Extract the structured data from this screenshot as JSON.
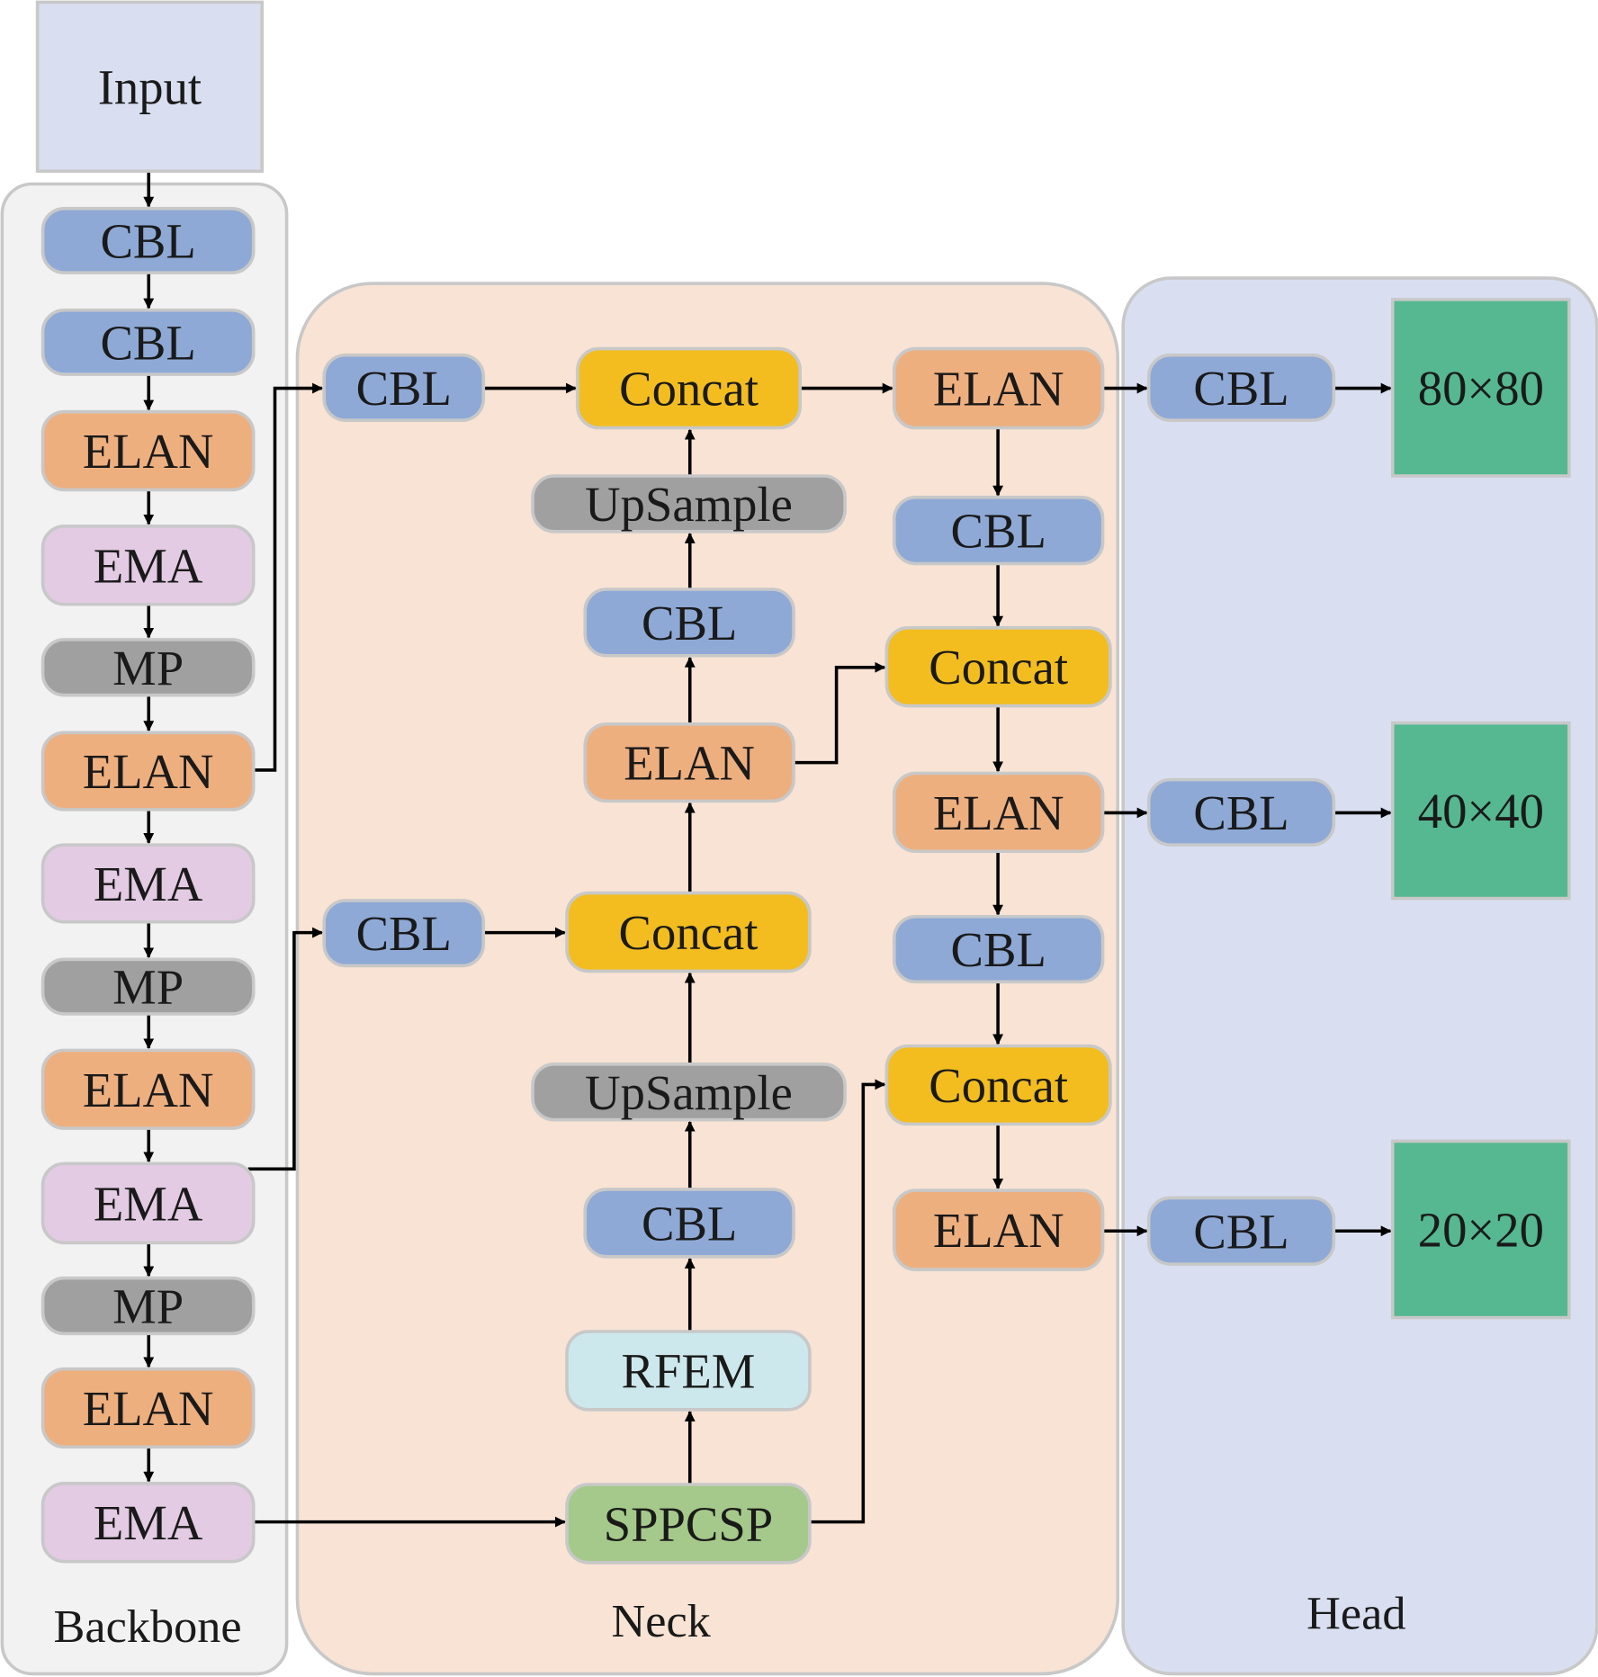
{
  "panels": {
    "backbone": "Backbone",
    "neck": "Neck",
    "head": "Head"
  },
  "colors": {
    "CBL": "#8ea9d6",
    "ELAN": "#eeaf7f",
    "EMA": "#e3cbe3",
    "MP": "#a0a0a0",
    "Concat": "#f3bd1f",
    "UpSample": "#a0a0a0",
    "RFEM": "#cde8ec",
    "SPPCSP": "#a5c98a",
    "Output": "#55b891",
    "Input": "#d9dff0",
    "backbone_bg": "#f2f2f2",
    "neck_bg": "#f8e3d4",
    "head_bg": "#d9dff1"
  },
  "nodes": [
    {
      "label": "Input",
      "kind": "Input"
    },
    {
      "label": "CBL",
      "kind": "CBL"
    },
    {
      "label": "CBL",
      "kind": "CBL"
    },
    {
      "label": "ELAN",
      "kind": "ELAN"
    },
    {
      "label": "EMA",
      "kind": "EMA"
    },
    {
      "label": "MP",
      "kind": "MP"
    },
    {
      "label": "ELAN",
      "kind": "ELAN"
    },
    {
      "label": "EMA",
      "kind": "EMA"
    },
    {
      "label": "MP",
      "kind": "MP"
    },
    {
      "label": "ELAN",
      "kind": "ELAN"
    },
    {
      "label": "EMA",
      "kind": "EMA"
    },
    {
      "label": "MP",
      "kind": "MP"
    },
    {
      "label": "ELAN",
      "kind": "ELAN"
    },
    {
      "label": "EMA",
      "kind": "EMA"
    },
    {
      "label": "CBL",
      "kind": "CBL"
    },
    {
      "label": "Concat",
      "kind": "Concat"
    },
    {
      "label": "UpSample",
      "kind": "UpSample"
    },
    {
      "label": "CBL",
      "kind": "CBL"
    },
    {
      "label": "ELAN",
      "kind": "ELAN"
    },
    {
      "label": "Concat",
      "kind": "Concat"
    },
    {
      "label": "CBL",
      "kind": "CBL"
    },
    {
      "label": "UpSample",
      "kind": "UpSample"
    },
    {
      "label": "CBL",
      "kind": "CBL"
    },
    {
      "label": "RFEM",
      "kind": "RFEM"
    },
    {
      "label": "SPPCSP",
      "kind": "SPPCSP"
    },
    {
      "label": "ELAN",
      "kind": "ELAN"
    },
    {
      "label": "CBL",
      "kind": "CBL"
    },
    {
      "label": "Concat",
      "kind": "Concat"
    },
    {
      "label": "ELAN",
      "kind": "ELAN"
    },
    {
      "label": "CBL",
      "kind": "CBL"
    },
    {
      "label": "Concat",
      "kind": "Concat"
    },
    {
      "label": "ELAN",
      "kind": "ELAN"
    },
    {
      "label": "CBL",
      "kind": "CBL"
    },
    {
      "label": "CBL",
      "kind": "CBL"
    },
    {
      "label": "CBL",
      "kind": "CBL"
    },
    {
      "label": "80×80",
      "kind": "Output"
    },
    {
      "label": "40×40",
      "kind": "Output"
    },
    {
      "label": "20×20",
      "kind": "Output"
    }
  ]
}
